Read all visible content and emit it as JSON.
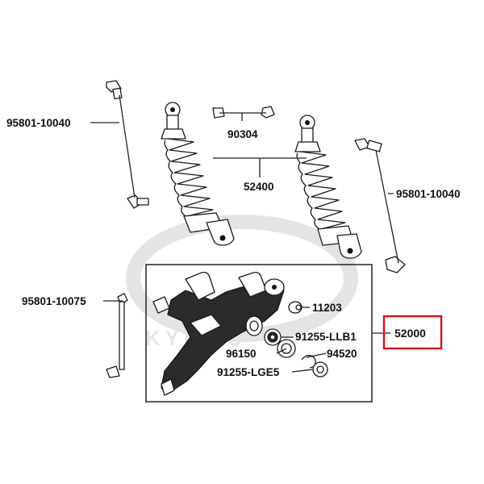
{
  "brand_watermark": "KYMCO",
  "highlight_color": "#d11a1a",
  "parts": {
    "bolt_top_left": "95801-10040",
    "nut_top": "90304",
    "shock_absorber": "52400",
    "bolt_right": "95801-10040",
    "bolt_swingarm": "95801-10075",
    "collar": "11203",
    "bearing_llb": "91255-LLB1",
    "swing_arm_assy": "52000",
    "oil_seal": "96150",
    "circlip": "94520",
    "bearing_lge": "91255-LGE5"
  }
}
